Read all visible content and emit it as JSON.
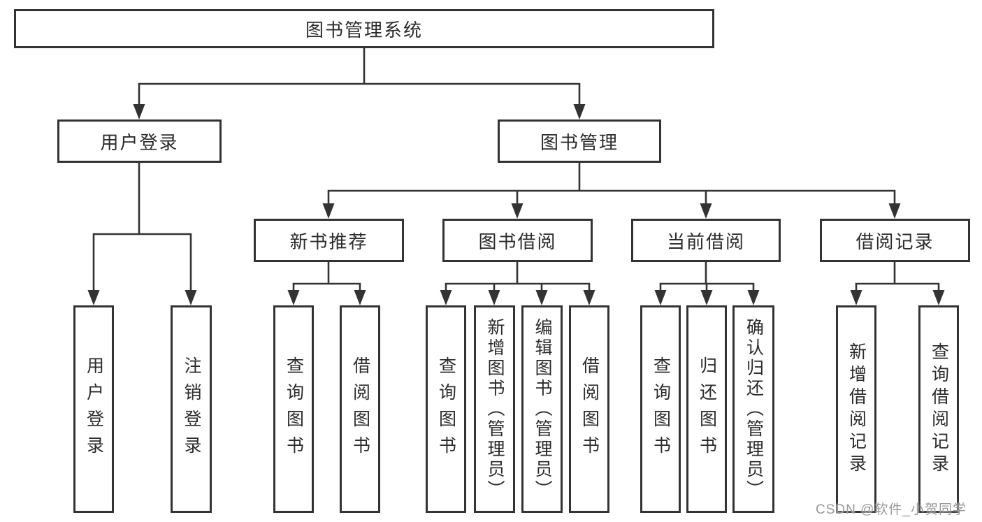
{
  "diagram_type": "hierarchy-tree",
  "colors": {
    "line": "#333333",
    "text": "#2b2b2b",
    "background": "#ffffff",
    "watermark": "#999999"
  },
  "tree": {
    "label": "图书管理系统",
    "children": [
      {
        "label": "用户登录",
        "children": [
          {
            "label": "用户登录"
          },
          {
            "label": "注销登录"
          }
        ]
      },
      {
        "label": "图书管理",
        "children": [
          {
            "label": "新书推荐",
            "children": [
              {
                "label": "查询图书"
              },
              {
                "label": "借阅图书"
              }
            ]
          },
          {
            "label": "图书借阅",
            "children": [
              {
                "label": "查询图书"
              },
              {
                "label": "新增图书（管理员）"
              },
              {
                "label": "编辑图书（管理员）"
              },
              {
                "label": "借阅图书"
              }
            ]
          },
          {
            "label": "当前借阅",
            "children": [
              {
                "label": "查询图书"
              },
              {
                "label": "归还图书"
              },
              {
                "label": "确认归还（管理员）"
              }
            ]
          },
          {
            "label": "借阅记录",
            "children": [
              {
                "label": "新增借阅记录"
              },
              {
                "label": "查询借阅记录"
              }
            ]
          }
        ]
      }
    ]
  },
  "watermark": {
    "text": "CSDN @软件_小贺同学"
  }
}
